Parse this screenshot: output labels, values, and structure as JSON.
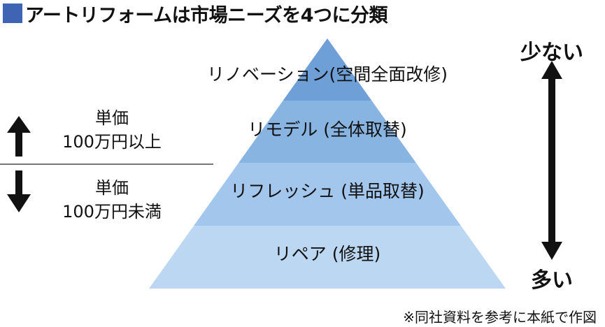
{
  "title": "アートリフォームは市場ニーズを4つに分類",
  "colors": {
    "title_square": "#3f64b3",
    "tier_1": "#6e9fd6",
    "tier_2": "#88b4e2",
    "tier_3": "#a3c6ec",
    "tier_4": "#bcd7f2"
  },
  "pyramid": {
    "tiers": [
      {
        "label": "リノベーション(空間全面改修)"
      },
      {
        "label": "リモデル (全体取替)"
      },
      {
        "label": "リフレッシュ (単品取替)"
      },
      {
        "label": "リペア (修理)"
      }
    ]
  },
  "left_labels": {
    "upper": {
      "line1": "単価",
      "line2": "100万円以上",
      "arrow": "up-arrow-icon"
    },
    "lower": {
      "line1": "単価",
      "line2": "100万円未満",
      "arrow": "down-arrow-icon"
    }
  },
  "right_axis": {
    "top": "少ない",
    "bottom": "多い",
    "arrow": "double-arrow-icon"
  },
  "footnote": "※同社資料を参考に本紙で作図"
}
